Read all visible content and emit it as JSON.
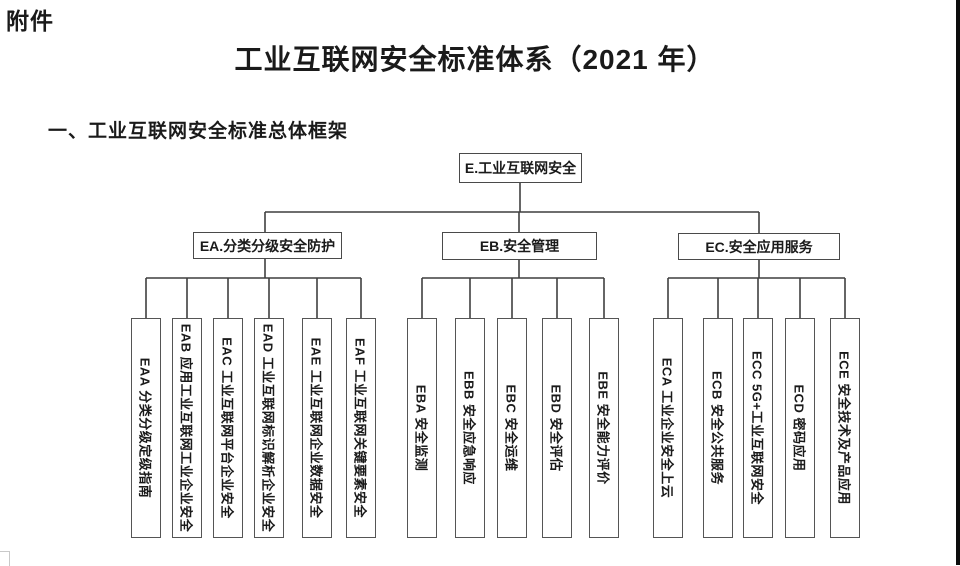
{
  "doc": {
    "attachment_label": "附件",
    "title": "工业互联网安全标准体系（2021 年）",
    "section_heading": "一、工业互联网安全标准总体框架"
  },
  "tree": {
    "root": {
      "code": "E",
      "label": "E.工业互联网安全"
    },
    "branches": [
      {
        "code": "EA",
        "label": "EA.分类分级安全防护",
        "children": [
          {
            "code": "EAA",
            "label": "EAA 分类分级定级指南"
          },
          {
            "code": "EAB",
            "label": "EAB 应用工业互联网工业企业安全"
          },
          {
            "code": "EAC",
            "label": "EAC 工业互联网平台企业安全"
          },
          {
            "code": "EAD",
            "label": "EAD 工业互联网标识解析企业安全"
          },
          {
            "code": "EAE",
            "label": "EAE 工业互联网企业数据安全"
          },
          {
            "code": "EAF",
            "label": "EAF 工业互联网关键要素安全"
          }
        ]
      },
      {
        "code": "EB",
        "label": "EB.安全管理",
        "children": [
          {
            "code": "EBA",
            "label": "EBA 安全监测"
          },
          {
            "code": "EBB",
            "label": "EBB 安全应急响应"
          },
          {
            "code": "EBC",
            "label": "EBC 安全运维"
          },
          {
            "code": "EBD",
            "label": "EBD 安全评估"
          },
          {
            "code": "EBE",
            "label": "EBE 安全能力评价"
          }
        ]
      },
      {
        "code": "EC",
        "label": "EC.安全应用服务",
        "children": [
          {
            "code": "ECA",
            "label": "ECA 工业企业安全上云"
          },
          {
            "code": "ECB",
            "label": "ECB 安全公共服务"
          },
          {
            "code": "ECC",
            "label": "ECC 5G+工业互联网安全"
          },
          {
            "code": "ECD",
            "label": "ECD 密码应用"
          },
          {
            "code": "ECE",
            "label": "ECE 安全技术及产品应用"
          }
        ]
      }
    ]
  },
  "colors": {
    "background": "#ffffff",
    "text": "#1a1a1a",
    "line": "#3f3f3f",
    "box_border": "#4a4a4a",
    "right_edge_bar": "#0d0d0d"
  }
}
